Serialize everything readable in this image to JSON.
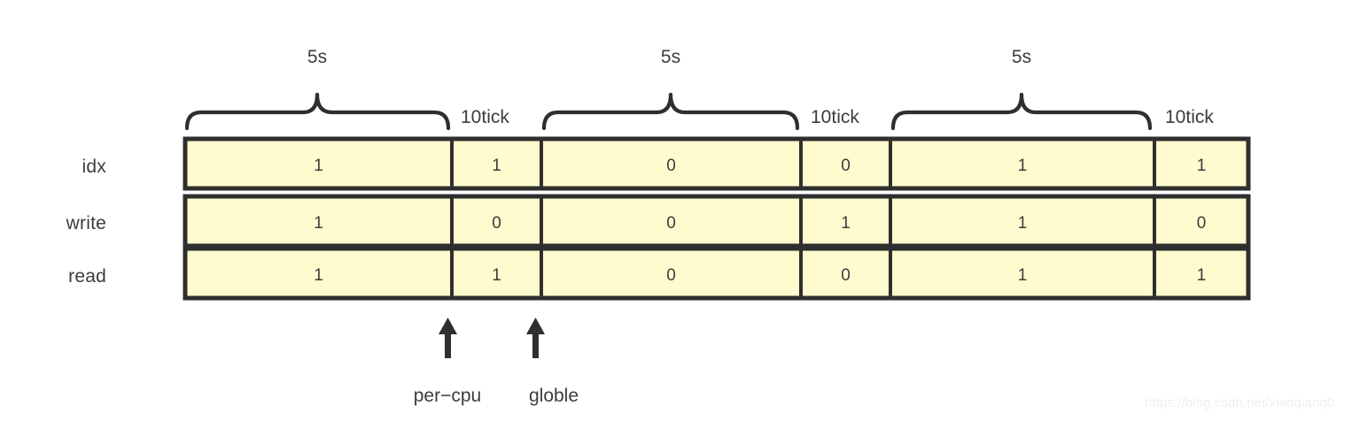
{
  "diagram": {
    "title_watermark": "https://blog.csdn.net/xiaoqiaoq0",
    "colors": {
      "cell_fill": "#FEFBCE",
      "stroke": "#2f2f2f",
      "text": "#3c3c3c",
      "background": "#ffffff",
      "watermark": "#efefef"
    },
    "row_labels": [
      {
        "id": "idx",
        "label": "idx"
      },
      {
        "id": "write",
        "label": "write"
      },
      {
        "id": "read",
        "label": "read"
      }
    ],
    "columns": [
      {
        "id": "col-1",
        "kind": "wide",
        "span_label": "5s"
      },
      {
        "id": "col-2",
        "kind": "narrow",
        "span_label": "10tick"
      },
      {
        "id": "col-3",
        "kind": "wide",
        "span_label": "5s"
      },
      {
        "id": "col-4",
        "kind": "narrow",
        "span_label": "10tick"
      },
      {
        "id": "col-5",
        "kind": "wide",
        "span_label": "5s"
      },
      {
        "id": "col-6",
        "kind": "narrow",
        "span_label": "10tick"
      }
    ],
    "rows": [
      {
        "id": "idx",
        "values": [
          "1",
          "1",
          "0",
          "0",
          "1",
          "1"
        ]
      },
      {
        "id": "write",
        "values": [
          "1",
          "0",
          "0",
          "1",
          "1",
          "0"
        ]
      },
      {
        "id": "read",
        "values": [
          "1",
          "1",
          "0",
          "0",
          "1",
          "1"
        ]
      }
    ],
    "brace_labels": [
      "5s",
      "5s",
      "5s"
    ],
    "tick_labels": [
      "10tick",
      "10tick",
      "10tick"
    ],
    "annotations": [
      {
        "id": "per-cpu",
        "label": "per−cpu"
      },
      {
        "id": "globle",
        "label": "globle"
      }
    ]
  }
}
